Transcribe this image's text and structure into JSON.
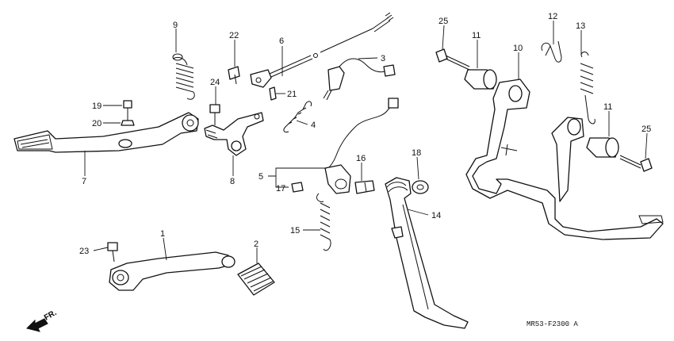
{
  "diagram": {
    "drawing_code": "MR53-F2300 A",
    "front_indicator": "FR.",
    "callouts": [
      "1",
      "2",
      "3",
      "4",
      "5",
      "6",
      "7",
      "8",
      "9",
      "10",
      "11",
      "11",
      "12",
      "13",
      "14",
      "15",
      "16",
      "17",
      "18",
      "19",
      "20",
      "21",
      "22",
      "23",
      "24",
      "25",
      "25"
    ]
  }
}
